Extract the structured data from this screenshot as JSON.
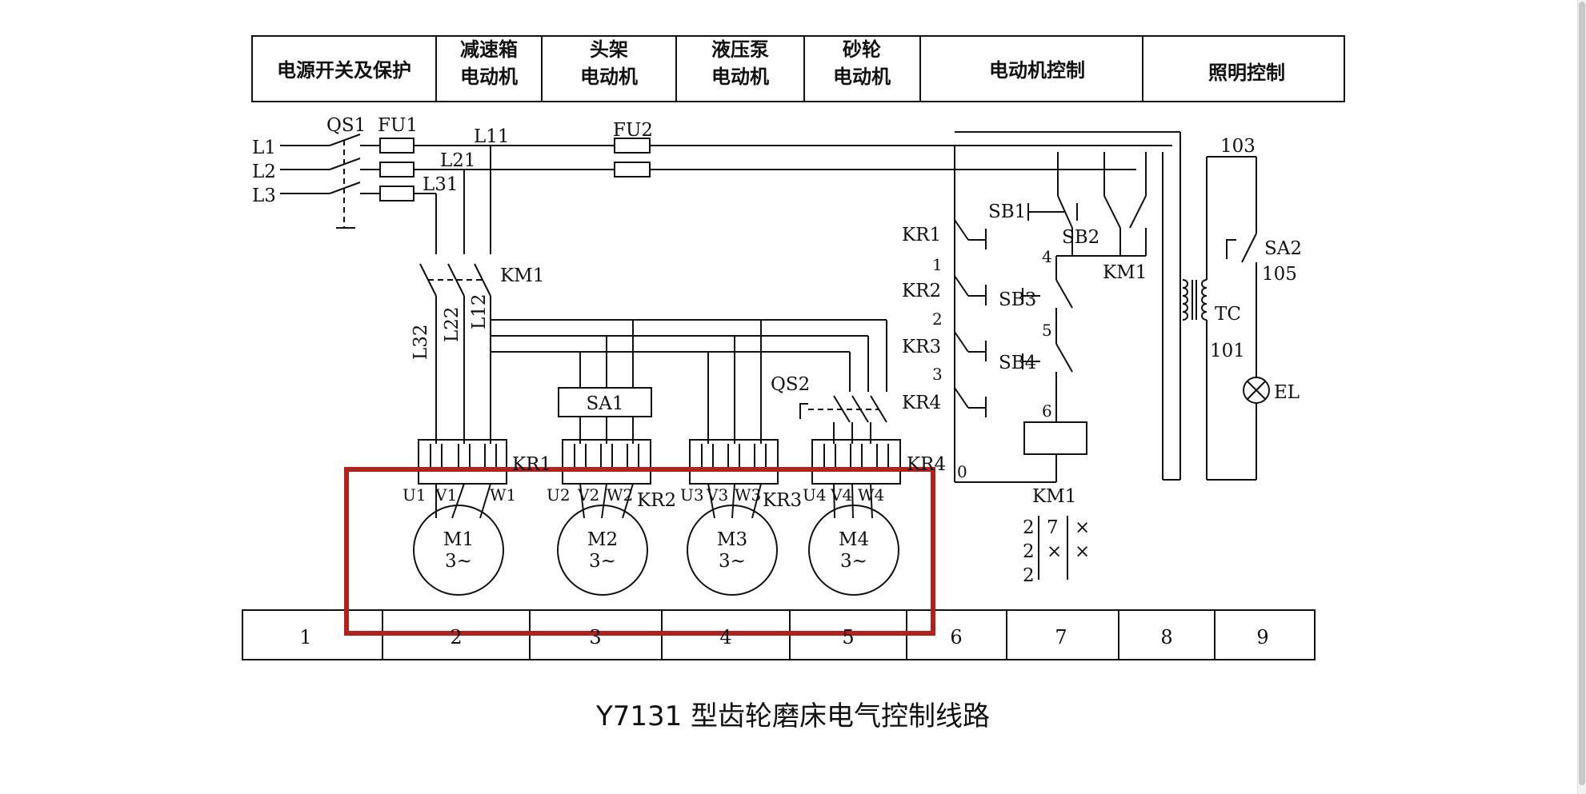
{
  "header": {
    "cells": [
      "电源开关及保护",
      "减速箱\n电动机",
      "头架\n电动机",
      "液压泵\n电动机",
      "砂轮\n电动机",
      "电动机控制",
      "照明控制"
    ]
  },
  "footer": {
    "cells": [
      "1",
      "2",
      "3",
      "4",
      "5",
      "6",
      "7",
      "8",
      "9"
    ]
  },
  "labels": {
    "l1": "L1",
    "l2": "L2",
    "l3": "L3",
    "qs1": "QS1",
    "fu1": "FU1",
    "fu2": "FU2",
    "l11": "L11",
    "l21": "L21",
    "l31": "L31",
    "km1_main": "KM1",
    "l32": "L32",
    "l22": "L22",
    "l12": "L12",
    "sa1": "SA1",
    "qs2": "QS2",
    "kr1": "KR1",
    "kr2": "KR2",
    "kr3": "KR3",
    "kr4": "KR4",
    "kr1c": "KR1",
    "kr2c": "KR2",
    "kr3c": "KR3",
    "kr4c": "KR4",
    "u1": "U1",
    "v1": "V1",
    "w1": "W1",
    "u2": "U2",
    "v2": "V2",
    "w2": "W2",
    "u3": "U3",
    "v3": "V3",
    "w3": "W3",
    "u4": "U4",
    "v4": "V4",
    "w4": "W4",
    "sb1": "SB1",
    "sb2": "SB2",
    "sb3": "SB3",
    "sb4": "SB4",
    "km1_aux": "KM1",
    "km1_coil": "KM1",
    "n1": "1",
    "n2": "2",
    "n3": "3",
    "n4": "4",
    "n5": "5",
    "n6": "6",
    "n0": "0",
    "n103": "103",
    "n105": "105",
    "n101": "101",
    "sa2": "SA2",
    "tc": "TC",
    "el": "EL",
    "t_a1": "2",
    "t_a2": "2",
    "t_a3": "2",
    "t_b1": "7",
    "t_c1": "×",
    "t_b2": "×",
    "t_c2": "×"
  },
  "motors": [
    {
      "name": "M1",
      "type": "3~"
    },
    {
      "name": "M2",
      "type": "3~"
    },
    {
      "name": "M3",
      "type": "3~"
    },
    {
      "name": "M4",
      "type": "3~"
    }
  ],
  "caption": "Y7131 型齿轮磨床电气控制线路",
  "highlight_color": "#b5201c"
}
